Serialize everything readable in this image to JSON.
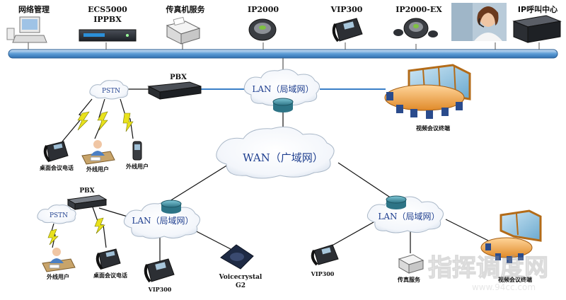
{
  "top_devices": [
    {
      "label": "网络管理",
      "icon": "computer-icon"
    },
    {
      "label": "ECS5000",
      "label2": "IPPBX",
      "icon": "server-rack-icon"
    },
    {
      "label": "传真机服务",
      "icon": "fax-machine-icon"
    },
    {
      "label": "IP2000",
      "icon": "conference-phone-icon"
    },
    {
      "label": "VIP300",
      "icon": "ip-phone-icon"
    },
    {
      "label": "IP2000-EX",
      "icon": "conference-phone-ex-icon"
    },
    {
      "label": "",
      "icon": "call-center-agent-photo"
    },
    {
      "label": "IP呼叫中心",
      "icon": "call-center-server-icon"
    }
  ],
  "clouds": {
    "lan_top": "LAN（局域网）",
    "wan": "WAN（广域网）",
    "lan_left": "LAN（局域网）",
    "lan_right": "LAN（局域网）",
    "pstn_top": "PSTN",
    "pstn_left": "PSTN"
  },
  "labels": {
    "pbx_top": "PBX",
    "pbx_left": "PBX",
    "video_conf_top": "视频会议终端",
    "desk_phone_top": "桌面会议电话",
    "ext_user_top": "外线用户",
    "ext_user_mobile": "外线用户",
    "ext_user_left": "外线用户",
    "desk_phone_left": "桌面会议电话",
    "vip300_left": "VIP300",
    "voicecrystal_1": "Voicecrystal",
    "voicecrystal_2": "G2",
    "vip300_right": "VIP300",
    "fax_right": "传真服务",
    "video_conf_right": "视频会议终端"
  },
  "watermark": {
    "text": "指挥调度网",
    "url": "www.94cc.com"
  },
  "colors": {
    "bus": "#5b9bd5",
    "link": "#111111",
    "lan_link": "#3a7fc8",
    "router": "#3f8fa0",
    "cloud_text": "#1f3f8f"
  }
}
